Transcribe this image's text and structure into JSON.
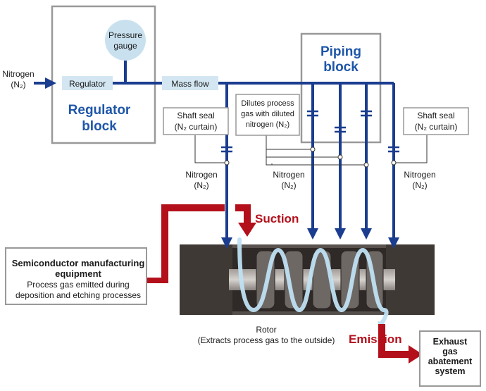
{
  "inputs": {
    "nitrogen_in": [
      "Nitrogen",
      "(N₂)"
    ]
  },
  "regulator_block": {
    "title": [
      "Regulator",
      "block"
    ],
    "regulator_label": "Regulator",
    "gauge_label": [
      "Pressure",
      "gauge"
    ]
  },
  "mass_flow_label": "Mass flow",
  "piping_block": {
    "title": [
      "Piping",
      "block"
    ]
  },
  "shaft_seal_left": [
    "Shaft seal",
    "(N₂ curtain)"
  ],
  "shaft_seal_right": [
    "Shaft seal",
    "(N₂ curtain)"
  ],
  "dilution_note": [
    "Dilutes process",
    "gas with diluted",
    "nitrogen (N₂)"
  ],
  "nitrogen_labels": {
    "left": [
      "Nitrogen",
      "(N₂)"
    ],
    "middle": [
      "Nitrogen",
      "(N₂)"
    ],
    "right": [
      "Nitrogen",
      "(N₂)"
    ]
  },
  "suction_label": "Suction",
  "emission_label": "Emission",
  "semiconductor_box": {
    "title": [
      "Semiconductor manufacturing",
      "equipment"
    ],
    "desc": [
      "Process gas emitted during",
      "deposition and etching processes"
    ]
  },
  "rotor_label": [
    "Rotor",
    "(Extracts process gas to the outside)"
  ],
  "exhaust_box": [
    "Exhaust",
    "gas",
    "abatement",
    "system"
  ],
  "colors": {
    "pipe_blue": "#1b3d8f",
    "block_title_blue": "#1e56a8",
    "flow_red": "#b3101b",
    "box_gray": "#999999",
    "label_fill": "#d3e6f2",
    "gauge_fill": "#c9e1ef",
    "pump_body": "#4d4744",
    "swirl": "#bfe0f2"
  }
}
